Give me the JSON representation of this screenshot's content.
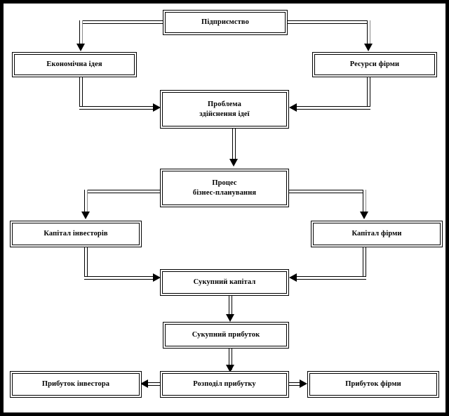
{
  "diagram": {
    "title_text": "",
    "language": "uk",
    "colors": {
      "line": "#000000",
      "box_fill": "#ffffff",
      "frame": "#000000",
      "background": "#ffffff"
    },
    "nodes": [
      {
        "id": "enterprise",
        "label_line1": "Підприємство",
        "label_line2": ""
      },
      {
        "id": "economic-idea",
        "label_line1": "Економічна ідея",
        "label_line2": ""
      },
      {
        "id": "firm-resources",
        "label_line1": "Ресурси фірми",
        "label_line2": ""
      },
      {
        "id": "idea-problem",
        "label_line1": "Проблема",
        "label_line2": "здійснення ідеї"
      },
      {
        "id": "planning-process",
        "label_line1": "Процес",
        "label_line2": "бізнес-планування"
      },
      {
        "id": "investor-capital",
        "label_line1": "Капітал інвесторів",
        "label_line2": ""
      },
      {
        "id": "firm-capital",
        "label_line1": "Капітал фірми",
        "label_line2": ""
      },
      {
        "id": "total-capital",
        "label_line1": "Сукупний капітал",
        "label_line2": ""
      },
      {
        "id": "total-profit",
        "label_line1": "Сукупний прибуток",
        "label_line2": ""
      },
      {
        "id": "profit-allocation",
        "label_line1": "Розподіл прибутку",
        "label_line2": ""
      },
      {
        "id": "investor-profit",
        "label_line1": "Прибуток інвестора",
        "label_line2": ""
      },
      {
        "id": "firm-profit",
        "label_line1": "Прибуток фірми",
        "label_line2": ""
      }
    ],
    "edges": [
      {
        "from": "enterprise",
        "to": "economic-idea",
        "style": "elbow-left-down"
      },
      {
        "from": "enterprise",
        "to": "firm-resources",
        "style": "elbow-right-down"
      },
      {
        "from": "economic-idea",
        "to": "idea-problem",
        "style": "elbow-down-right"
      },
      {
        "from": "firm-resources",
        "to": "idea-problem",
        "style": "elbow-down-left"
      },
      {
        "from": "idea-problem",
        "to": "planning-process",
        "style": "straight-down"
      },
      {
        "from": "planning-process",
        "to": "investor-capital",
        "style": "elbow-left-down"
      },
      {
        "from": "planning-process",
        "to": "firm-capital",
        "style": "elbow-right-down"
      },
      {
        "from": "investor-capital",
        "to": "total-capital",
        "style": "elbow-down-right"
      },
      {
        "from": "firm-capital",
        "to": "total-capital",
        "style": "elbow-down-left"
      },
      {
        "from": "total-capital",
        "to": "total-profit",
        "style": "straight-down"
      },
      {
        "from": "total-profit",
        "to": "profit-allocation",
        "style": "straight-down"
      },
      {
        "from": "profit-allocation",
        "to": "investor-profit",
        "style": "straight-left"
      },
      {
        "from": "profit-allocation",
        "to": "firm-profit",
        "style": "straight-right"
      }
    ]
  }
}
